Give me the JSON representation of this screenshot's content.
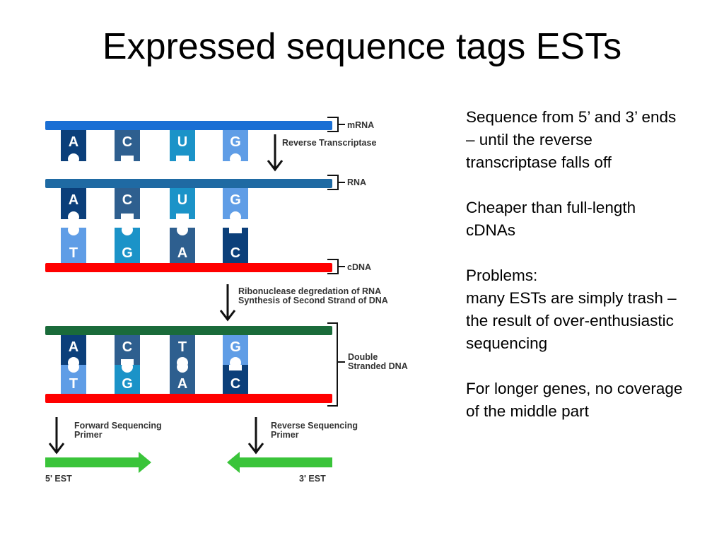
{
  "title": "Expressed sequence tags ESTs",
  "diagram": {
    "labels": {
      "mrna": "mRNA",
      "reverse_transcriptase": "Reverse Transcriptase",
      "rna": "RNA",
      "cdna": "cDNA",
      "degradation_line1": "Ribonuclease degredation of RNA",
      "degradation_line2": "Synthesis of Second Strand of DNA",
      "double_line1": "Double",
      "double_line2": "Stranded DNA",
      "forward_line1": "Forward Sequencing",
      "forward_line2": "Primer",
      "reverse_line1": "Reverse Sequencing",
      "reverse_line2": "Primer",
      "est5": "5' EST",
      "est3": "3' EST"
    },
    "mrna_bases": [
      "A",
      "C",
      "U",
      "G"
    ],
    "rna_bases": [
      "A",
      "C",
      "U",
      "G"
    ],
    "cdna_bases": [
      "T",
      "G",
      "A",
      "C"
    ],
    "ds_top_bases": [
      "A",
      "C",
      "T",
      "G"
    ],
    "ds_bottom_bases": [
      "T",
      "G",
      "A",
      "C"
    ],
    "colors": {
      "mrna_strand": "#1a6fd4",
      "rna_strand": "#1f6aa3",
      "cdna_strand": "#ff0000",
      "ds_top_strand": "#1a6b3a",
      "est_arrow": "#3ac43a",
      "base_A": "#0b3f7a",
      "base_C": "#2e5f8f",
      "base_U": "#1b93c8",
      "base_G": "#5f9de6",
      "base_T": "#5f9de6",
      "base_cdna_G": "#1b93c8",
      "base_cdna_A": "#2e5f8f",
      "base_cdna_C": "#0b3f7a"
    }
  },
  "notes": {
    "p1": "Sequence from 5’ and 3’ ends – until the reverse transcriptase falls off",
    "p2": "Cheaper than full-length cDNAs",
    "p3_heading": "Problems:",
    "p3_body": "many ESTs are simply trash – the result of over-enthusiastic sequencing",
    "p4": "For longer genes, no coverage of the middle part"
  }
}
